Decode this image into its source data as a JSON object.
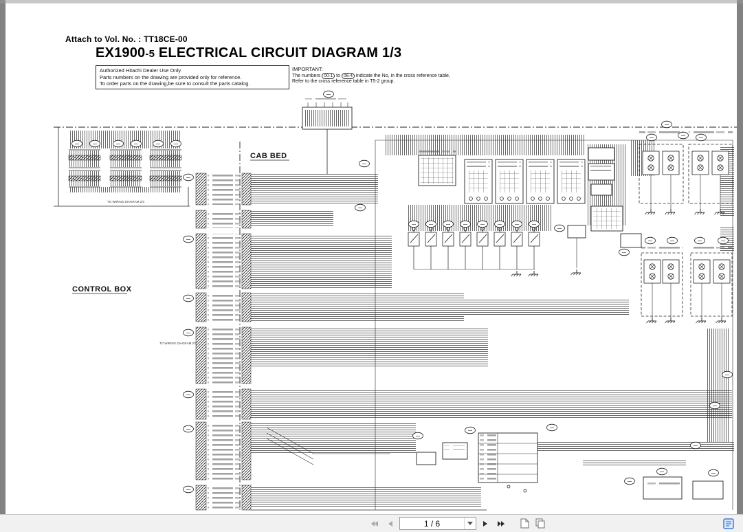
{
  "header": {
    "attach_note": "Attach to Vol. No. : TT18CE-00",
    "title_model": "EX1900",
    "title_variant": "-5",
    "title_rest": " ELECTRICAL CIRCUIT DIAGRAM 1/3",
    "dealer_note": [
      "Authorized Hitachi Dealer Use Only.",
      "Parts numbers on the drawing are provided only for reference.",
      "To order parts on the drawing,be sure to consult the parts catalog."
    ],
    "important": {
      "label": "IMPORTANT:",
      "line1_pre": "The numbers ",
      "ref_start": "00-1",
      "line1_mid": " to ",
      "ref_end": "06-4",
      "line1_post": " indicate the No, in the cross reference table,",
      "line2": "Refer to the cross reference table in T5-2 group."
    }
  },
  "diagram": {
    "cab_bed_label": "CAB BED",
    "control_box_label": "CONTROL BOX",
    "wiring_ref_label": "TO WIRING DIAGRAM 2/3"
  },
  "toolbar": {
    "page_indicator": "1 / 6"
  },
  "colors": {
    "viewer_background": "#828282",
    "page_background": "#ffffff",
    "diagram_ink": "#1f1f1f",
    "toolbar_background": "#f1f1f1",
    "accent_blue": "#3b7dd8"
  }
}
